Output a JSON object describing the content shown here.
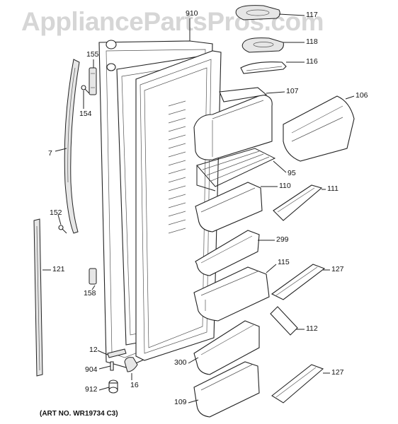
{
  "watermark": "AppliancePartsPros.com",
  "art_number": "(ART NO. WR19734 C3)",
  "callouts": {
    "p117": "117",
    "p118": "118",
    "p116": "116",
    "p910": "910",
    "p107": "107",
    "p106": "106",
    "p155": "155",
    "p154": "154",
    "p95": "95",
    "p7": "7",
    "p110": "110",
    "p111": "111",
    "p152": "152",
    "p299": "299",
    "p121": "121",
    "p115": "115",
    "p127a": "127",
    "p158": "158",
    "p112": "112",
    "p12": "12",
    "p300": "300",
    "p904": "904",
    "p127b": "127",
    "p912": "912",
    "p16": "16",
    "p109": "109"
  }
}
